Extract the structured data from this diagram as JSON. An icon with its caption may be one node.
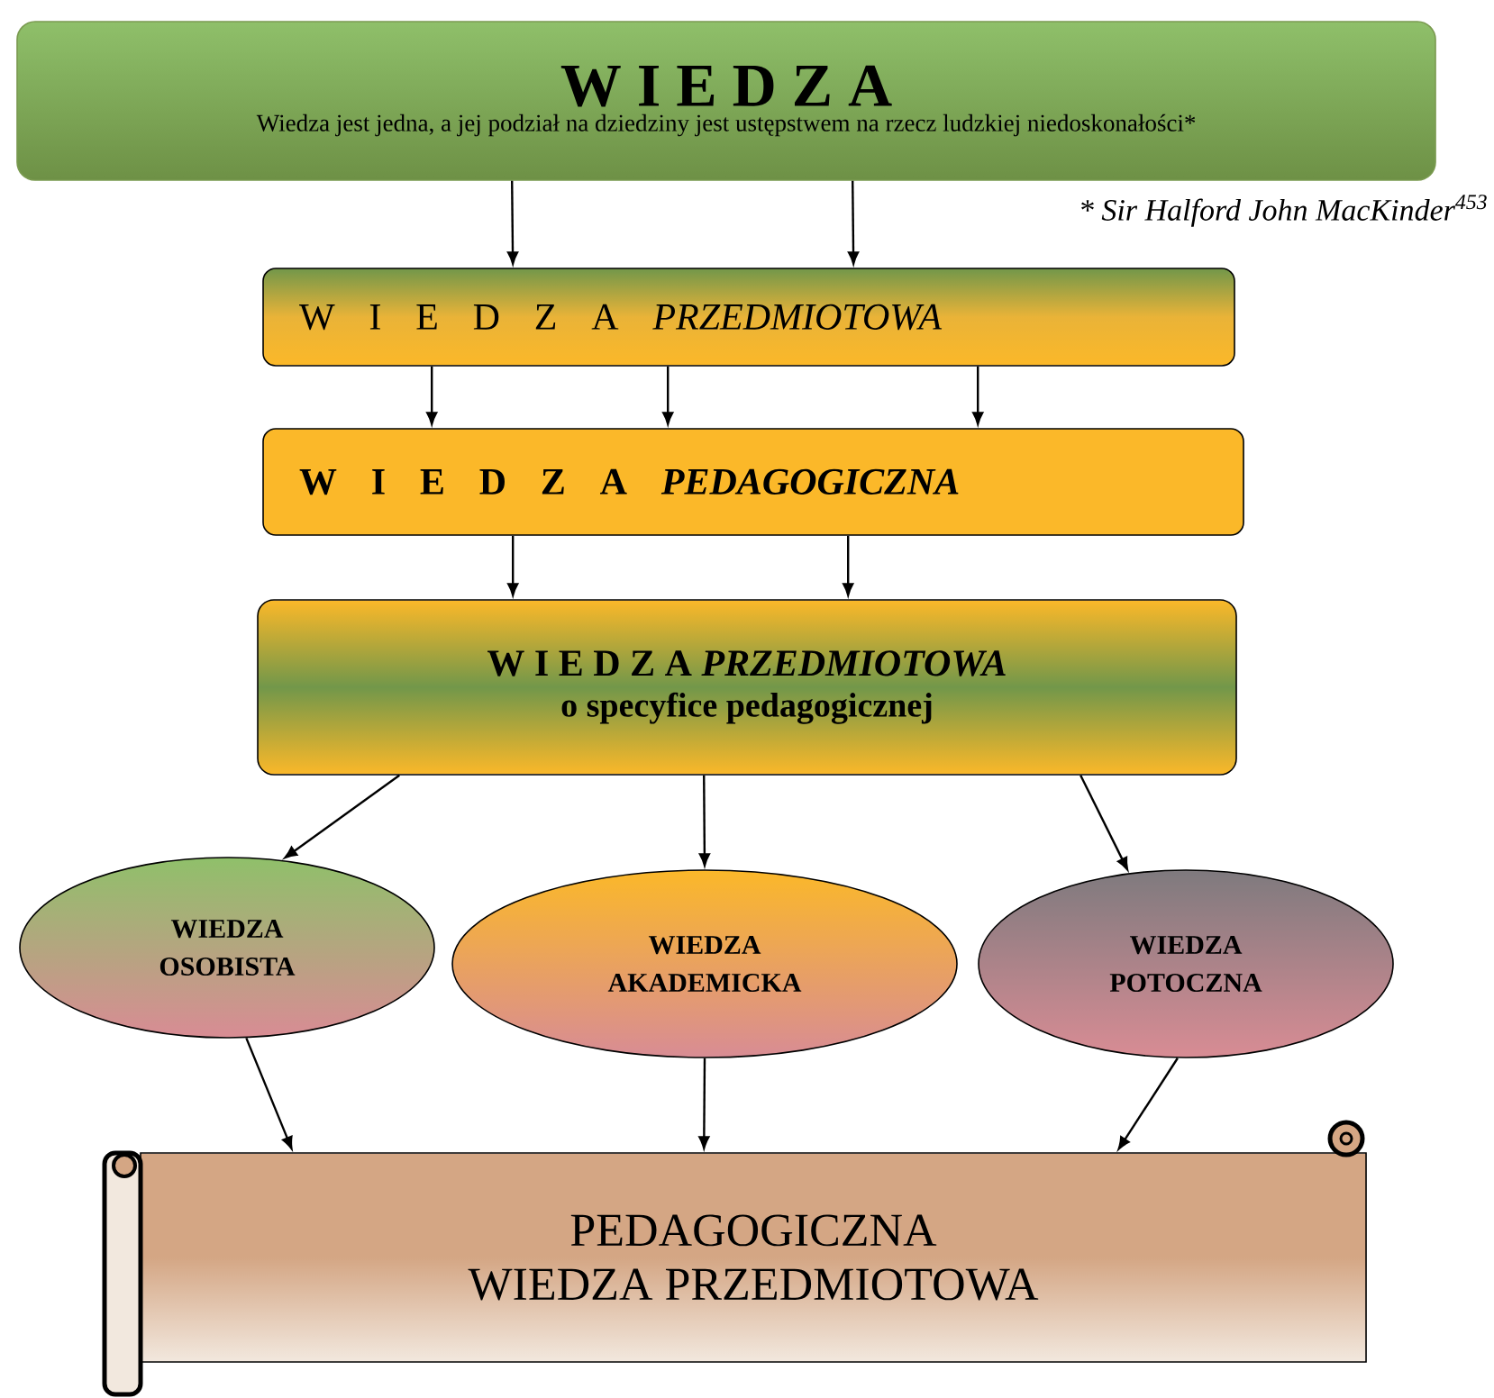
{
  "diagram": {
    "nodes": [
      {
        "text": [
          "W I E D Z A",
          "Wiedza jest jedna, a jej podział na dziedziny jest ustępstwem na rzecz ludzkiej niedoskonałości*"
        ]
      },
      {
        "text": [
          "W I E D Z A *PRZEDMIOTOWA*"
        ]
      },
      {
        "text": [
          "W I E D Z A *PEDAGOGICZNA*"
        ]
      },
      {
        "text": [
          "W I E D Z A *PRZEDMIOTOWA*",
          "o specyfice pedagogicznej"
        ]
      },
      {
        "text": [
          "WIEDZA OSOBISTA"
        ]
      },
      {
        "text": [
          "WIEDZA AKADEMICKA"
        ]
      },
      {
        "text": [
          "WIEDZA POTOCZNA"
        ]
      },
      {
        "text": [
          "PEDAGOGICZNA WIEDZA PRZEDMIOTOWA"
        ]
      }
    ],
    "edges": [
      {
        "from": 0,
        "to": 1,
        "arrow": "to"
      },
      {
        "from": 0,
        "to": 1,
        "arrow": "to"
      },
      {
        "from": 1,
        "to": 2,
        "arrow": "to"
      },
      {
        "from": 1,
        "to": 2,
        "arrow": "to"
      },
      {
        "from": 1,
        "to": 2,
        "arrow": "to"
      },
      {
        "from": 2,
        "to": 3,
        "arrow": "to"
      },
      {
        "from": 2,
        "to": 3,
        "arrow": "to"
      },
      {
        "from": 3,
        "to": 4,
        "arrow": "to"
      },
      {
        "from": 3,
        "to": 5,
        "arrow": "to"
      },
      {
        "from": 3,
        "to": 6,
        "arrow": "to"
      },
      {
        "from": 4,
        "to": 7,
        "arrow": "to"
      },
      {
        "from": 5,
        "to": 7,
        "arrow": "to"
      },
      {
        "from": 6,
        "to": 7,
        "arrow": "to"
      }
    ],
    "labels": [
      "* Sir Halford John MacKinder$^{453}$"
    ]
  }
}
